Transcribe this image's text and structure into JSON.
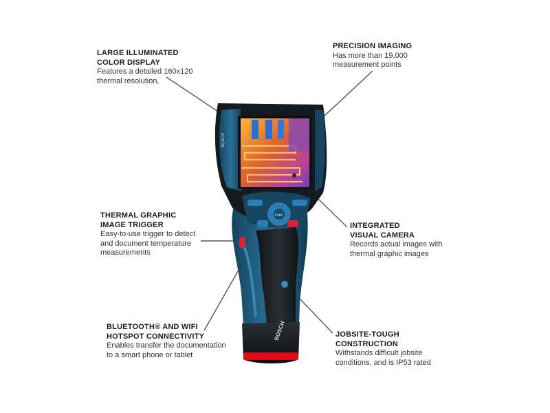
{
  "callouts": {
    "display": {
      "title": "LARGE ILLUMINATED\nCOLOR DISPLAY",
      "desc": "Features a detailed 160x120\nthermal resolution,"
    },
    "imaging": {
      "title": "PRECISION IMAGING",
      "desc": "Has more than 19,000\nmeasurement points"
    },
    "trigger": {
      "title": "THERMAL GRAPHIC\nIMAGE TRIGGER",
      "desc": "Easy-to-use trigger to detect\nand document temperature\nmeasurements"
    },
    "camera": {
      "title": "INTEGRATED\nVISUAL CAMERA",
      "desc": "Records actual images with\nthermal graphic images"
    },
    "bluetooth": {
      "title": "BLUETOOTH® AND WIFI\nHOTSPOT CONNECTIVITY",
      "desc": "Enables transfer the documentation\nto a smart phone or tablet"
    },
    "tough": {
      "title": "JOBSITE-TOUGH\nCONSTRUCTION",
      "desc": "Withstands difficult jobsite\nconditions, and is IP53 rated"
    }
  },
  "device": {
    "brand_logo": "BOSCH",
    "func_button": "Func",
    "colors": {
      "body_blue": "#1e5b7e",
      "body_dark": "#1b1f23",
      "screen_hot": "#f2a43a",
      "screen_purple": "#7a3fb0",
      "battery_red": "#e10a1a",
      "leader_line": "#555555"
    }
  }
}
